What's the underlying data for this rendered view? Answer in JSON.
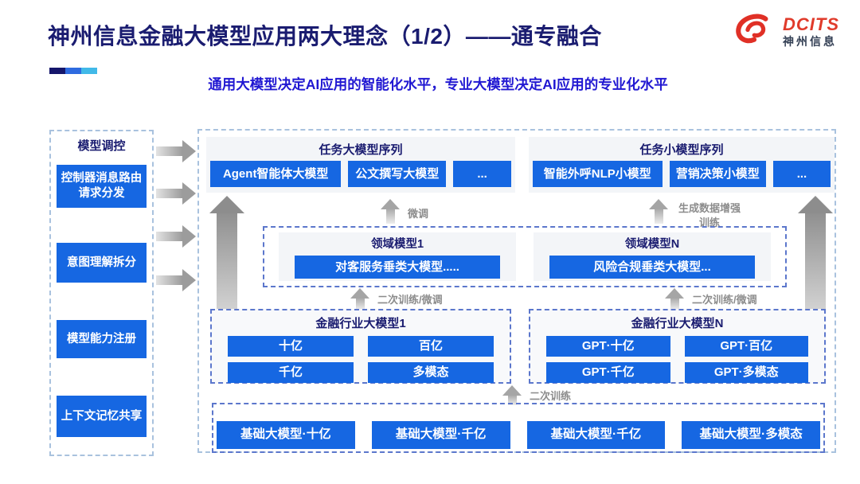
{
  "header": {
    "title": "神州信息金融大模型应用两大理念（1/2）——通专融合",
    "subtitle": "通用大模型决定AI应用的智能化水平，专业大模型决定AI应用的专业化水平",
    "logo": {
      "icon": "dcits-swirl-icon",
      "brand": "DCITS",
      "brand_cn": "神州信息"
    }
  },
  "sidebar": {
    "title": "模型调控",
    "items": [
      {
        "label": "控制器消息路由请求分发"
      },
      {
        "label": "意图理解拆分"
      },
      {
        "label": "模型能力注册"
      },
      {
        "label": "上下文记忆共享"
      }
    ]
  },
  "diagram": {
    "task_large": {
      "title": "任务大模型序列",
      "items": [
        "Agent智能体大模型",
        "公文撰写大模型",
        "..."
      ]
    },
    "task_small": {
      "title": "任务小模型序列",
      "items": [
        "智能外呼NLP小模型",
        "营销决策小模型",
        "..."
      ]
    },
    "labels": {
      "finetune": "微调",
      "gen_data_train": "生成数据增强训练",
      "secondary_left": "二次训练/微调",
      "secondary_right": "二次训练/微调",
      "secondary_train": "二次训练"
    },
    "domain": {
      "groups": [
        {
          "title": "领域模型1",
          "item": "对客服务垂类大模型....."
        },
        {
          "title": "领域模型N",
          "item": "风险合规垂类大模型..."
        }
      ]
    },
    "industry": [
      {
        "title": "金融行业大模型1",
        "items": [
          "十亿",
          "百亿",
          "千亿",
          "多模态"
        ]
      },
      {
        "title": "金融行业大模型N",
        "items": [
          "GPT·十亿",
          "GPT·百亿",
          "GPT·千亿",
          "GPT·多模态"
        ]
      }
    ],
    "base": {
      "items": [
        "基础大模型·十亿",
        "基础大模型·千亿",
        "基础大模型·千亿",
        "基础大模型·多模态"
      ]
    }
  },
  "colors": {
    "accent_blue": "#1667e2",
    "navy_text": "#1a1c70",
    "subtitle_blue": "#2118d2",
    "logo_red": "#e03b2b",
    "bar_cyan": "#41b9e8",
    "label_gray": "#8c8c8c"
  }
}
